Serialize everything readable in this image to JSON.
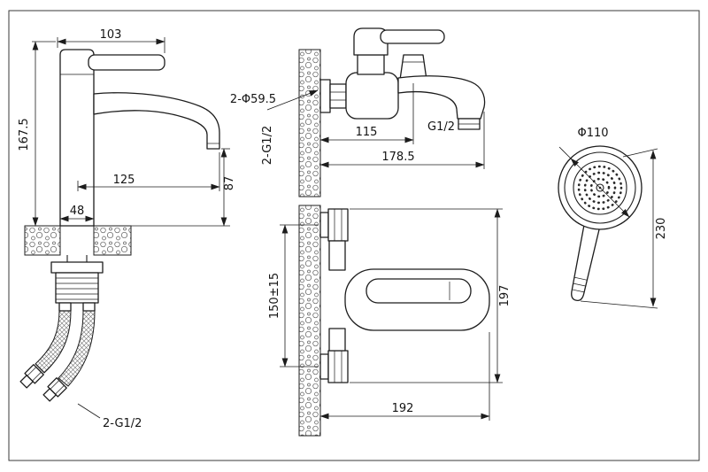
{
  "drawing": {
    "background": "#ffffff",
    "line_color": "#1c1c1c"
  },
  "views": {
    "basin": {
      "dims": {
        "d103": "103",
        "d167_5": "167.5",
        "d125": "125",
        "d87": "87",
        "d48": "48",
        "thread": "2-G1/2"
      }
    },
    "mixer_side": {
      "dims": {
        "escutcheon": "2-Φ59.5",
        "thread": "2-G1/2",
        "d115": "115",
        "d178_5": "178.5",
        "outlet": "G1/2"
      }
    },
    "mixer_front": {
      "dims": {
        "spacing": "150±15",
        "d197": "197",
        "d192": "192"
      }
    },
    "shower": {
      "dims": {
        "dia": "Φ110",
        "len": "230"
      }
    }
  }
}
